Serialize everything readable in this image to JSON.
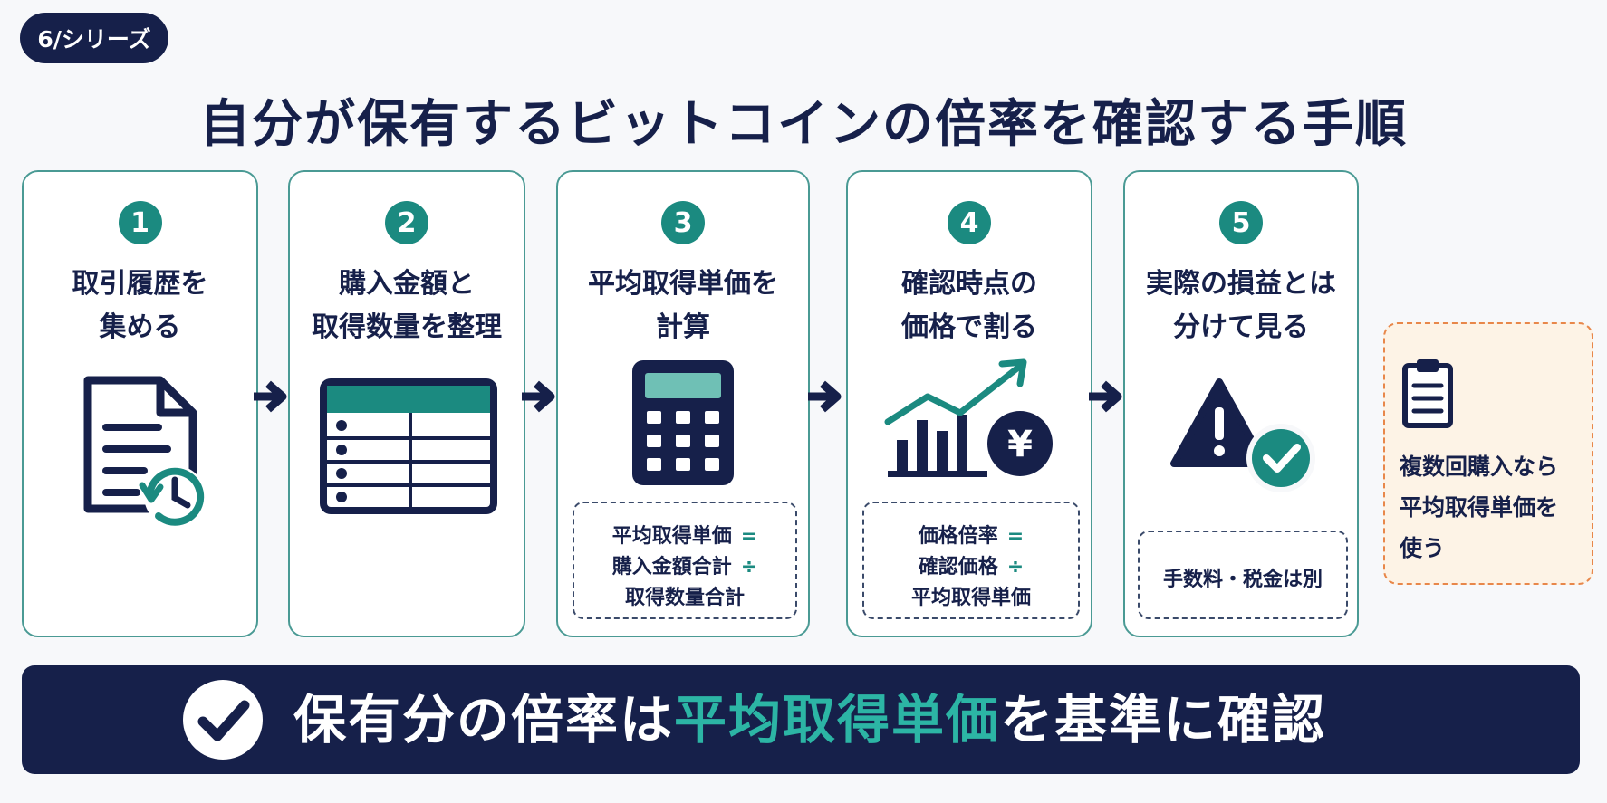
{
  "series_badge": "6/シリーズ",
  "title": "自分が保有するビットコインの倍率を確認する手順",
  "steps": [
    {
      "number": "1",
      "title": "取引履歴を\n集める",
      "icon": "document-history-icon"
    },
    {
      "number": "2",
      "title": "購入金額と\n取得数量を整理",
      "icon": "spreadsheet-table-icon"
    },
    {
      "number": "3",
      "title": "平均取得単価を\n計算",
      "icon": "calculator-icon",
      "formula": {
        "line1": "平均取得単価",
        "op1": "=",
        "line2": "購入金額合計",
        "op2": "÷",
        "line3": "取得数量合計"
      }
    },
    {
      "number": "4",
      "title": "確認時点の\n価格で割る",
      "icon": "yen-growth-chart-icon",
      "formula": {
        "line1": "価格倍率",
        "op1": "=",
        "line2": "確認価格",
        "op2": "÷",
        "line3": "平均取得単価"
      }
    },
    {
      "number": "5",
      "title": "実際の損益とは\n分けて見る",
      "icon": "warning-check-icon",
      "note": "手数料・税金は別"
    }
  ],
  "side_note": {
    "icon": "clipboard-icon",
    "text": "複数回購入なら\n平均取得単価を\n使う"
  },
  "banner": {
    "pre": "保有分の倍率は",
    "highlight": "平均取得単価",
    "post": "を基準に確認"
  },
  "colors": {
    "navy": "#16204a",
    "teal": "#1b8a80",
    "accent_teal": "#2cb5a5",
    "orange_border": "#e8874a",
    "note_bg": "#fdf3e6"
  }
}
